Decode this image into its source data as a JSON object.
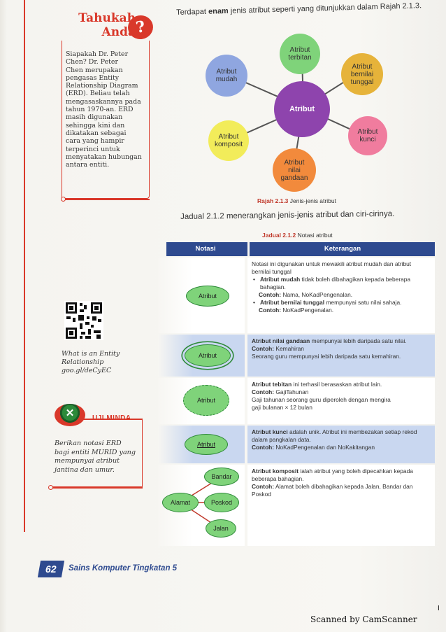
{
  "tahukah": {
    "title_line1": "Tahukah",
    "title_line2": "Anda",
    "badge": "?",
    "text_lines": [
      "Siapakah Dr. Peter",
      "Chen? Dr. Peter",
      "Chen merupakan",
      "pengasas Entity",
      "Relationship Diagram",
      "(ERD). Beliau telah",
      "mengasaskannya pada",
      "tahun 1970-an. ERD",
      "masih digunakan",
      "sehingga kini dan",
      "dikatakan sebagai",
      "cara yang hampir",
      "terperinci untuk",
      "menyatakan hubungan",
      "antara entiti."
    ]
  },
  "qr": {
    "caption_line1": "What is an Entity",
    "caption_line2": "Relationship",
    "caption_line3": "goo.gl/deCyEC"
  },
  "uji": {
    "title": "UJI MINDA",
    "icon": "x-icon",
    "lines": [
      "Berikan notasi ERD",
      "bagi entiti MURID yang",
      "mempunyai atribut",
      "jantina dan umur."
    ]
  },
  "intro": {
    "before": "Terdapat ",
    "bold": "enam",
    "after": " jenis atribut seperti yang ditunjukkan dalam Rajah 2.1.3."
  },
  "diagram": {
    "center": "Atribut",
    "nodes": [
      {
        "label1": "Atribut",
        "label2": "terbitan",
        "label3": "",
        "color": "#7fd37a"
      },
      {
        "label1": "Atribut",
        "label2": "bernilai",
        "label3": "tunggal",
        "color": "#e6b33a"
      },
      {
        "label1": "Atribut",
        "label2": "kunci",
        "label3": "",
        "color": "#f07c9e"
      },
      {
        "label1": "Atribut",
        "label2": "nilai",
        "label3": "gandaan",
        "color": "#f28a3c"
      },
      {
        "label1": "Atribut",
        "label2": "komposit",
        "label3": "",
        "color": "#f2ec5a"
      },
      {
        "label1": "Atribut",
        "label2": "mudah",
        "label3": "",
        "color": "#8fa6e0"
      }
    ],
    "caption_bold": "Rajah 2.1.3",
    "caption_text": "  Jenis-jenis atribut"
  },
  "jadual_sentence": "Jadual 2.1.2 menerangkan jenis-jenis atribut dan ciri-cirinya.",
  "table": {
    "caption_bold": "Jadual 2.1.2",
    "caption_text": "  Notasi atribut",
    "header_notasi": "Notasi",
    "header_keterangan": "Keterangan",
    "row1": {
      "symbol": "Atribut",
      "intro": "Notasi ini digunakan untuk mewakili atribut mudah dan atribut bernilai tunggal",
      "b1_bold": "Atribut mudah",
      "b1_text": " tidak boleh dibahagikan kepada beberapa bahagian.",
      "b1_ex_bold": "Contoh:",
      "b1_ex_text": " Nama, NoKadPengenalan.",
      "b2_bold": "Atribut bernilai tunggal",
      "b2_text": " mempunyai satu nilai sahaja.",
      "b2_ex_bold": "Contoh:",
      "b2_ex_text": " NoKadPengenalan."
    },
    "row2": {
      "symbol": "Atribut",
      "bold": "Atribut nilai gandaan",
      "text": " mempunyai lebih daripada satu nilai.",
      "ex_bold": "Contoh:",
      "ex_text": " Kemahiran",
      "line3": "Seorang guru mempunyai lebih daripada satu kemahiran."
    },
    "row3": {
      "symbol": "Atribut",
      "bold": "Atribut tebitan",
      "text": " ini terhasil berasaskan atribut lain.",
      "ex_bold": "Contoh:",
      "ex_text": " GajiTahunan",
      "line3": "Gaji tahunan seorang guru diperoleh dengan mengira",
      "line4": "gaji bulanan × 12 bulan"
    },
    "row4": {
      "symbol": "Atribut",
      "bold": "Atribut kunci",
      "text": " adalah unik. Atribut ini membezakan setiap rekod dalam pangkalan data.",
      "ex_bold": "Contoh:",
      "ex_text": " NoKadPengenalan dan NoKakitangan"
    },
    "row5": {
      "main": "Alamat",
      "parts": [
        "Bandar",
        "Poskod",
        "Jalan"
      ],
      "bold": "Atribut komposit",
      "text": " ialah atribut yang boleh dipecahkan kepada beberapa bahagian.",
      "ex_bold": "Contoh:",
      "ex_text": " Alamat boleh dibahagikan kepada Jalan, Bandar dan Poskod"
    }
  },
  "footer": {
    "page_number": "62",
    "book_title": "Sains Komputer Tingkatan 5"
  },
  "scanned_by": "Scanned by CamScanner",
  "edge_mark": "I",
  "colors": {
    "accent_red": "#d9382a",
    "header_blue": "#2e4a8f",
    "row_blue": "#c9d7f0",
    "row_white": "#ffffff",
    "ellipse_green": "#7fd37a",
    "center_purple": "#8e44ad"
  }
}
